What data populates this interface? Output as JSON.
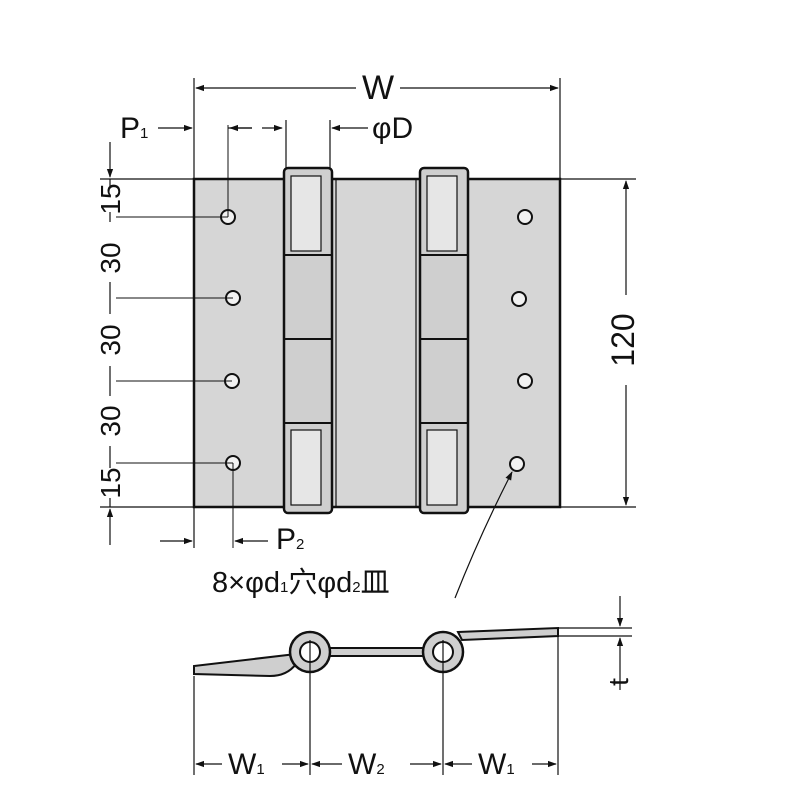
{
  "drawing": {
    "width_label": "W",
    "pitch1_label": "P",
    "pitch1_sub": "1",
    "pitch2_label": "P",
    "pitch2_sub": "2",
    "diameter_label": "φD",
    "height_label": "120",
    "spacing_labels": [
      "15",
      "30",
      "30",
      "30",
      "15"
    ],
    "hole_note": [
      "8×φd",
      "1",
      "穴φd",
      "2",
      "皿"
    ],
    "thickness_label": "t",
    "w1_left": [
      "W",
      "1"
    ],
    "w2": [
      "W",
      "2"
    ],
    "w1_right": [
      "W",
      "1"
    ]
  },
  "colors": {
    "plate_fill": "#d6d6d6",
    "knuckle_fill": "#cfcfcf",
    "line": "#111111"
  }
}
